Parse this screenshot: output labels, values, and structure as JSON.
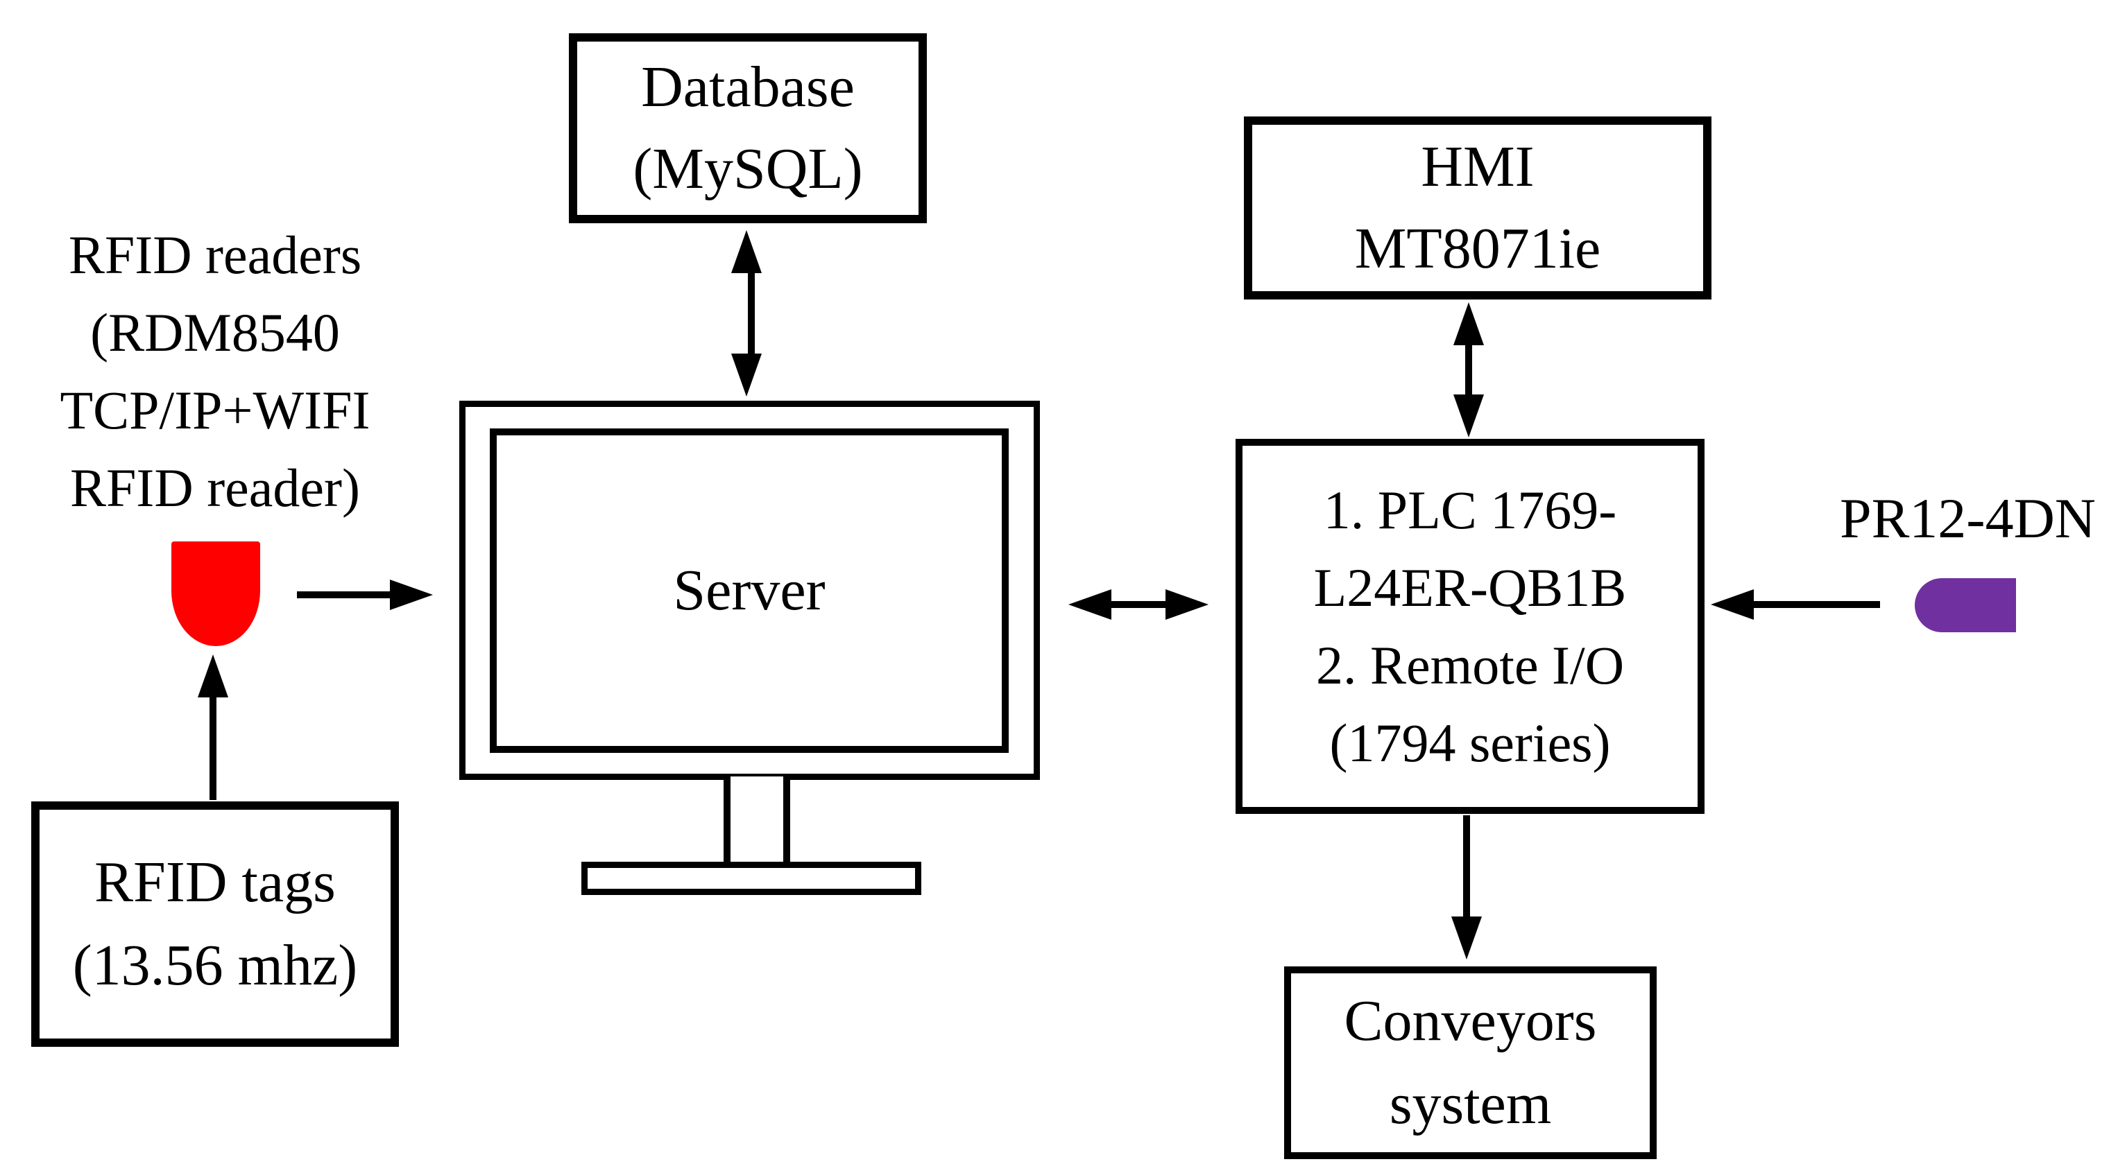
{
  "colors": {
    "background": "#FFFFFF",
    "line": "#000000",
    "rfid_reader_icon": "#FE0000",
    "proximity_sensor_icon": "#7030A0"
  },
  "nodes": {
    "database": {
      "lines": [
        "Database",
        "(MySQL)"
      ]
    },
    "hmi": {
      "lines": [
        "HMI",
        "MT8071ie"
      ]
    },
    "server": {
      "label": "Server"
    },
    "plc": {
      "lines": [
        "1. PLC 1769-",
        "L24ER-QB1B",
        "2. Remote I/O",
        "(1794 series)"
      ]
    },
    "rfid_tags": {
      "lines": [
        "RFID tags",
        "(13.56 mhz)"
      ]
    },
    "conveyors": {
      "lines": [
        "Conveyors",
        "system"
      ]
    }
  },
  "labels": {
    "rfid_readers": {
      "lines": [
        "RFID readers",
        "(RDM8540",
        "TCP/IP+WIFI",
        "RFID reader)"
      ]
    },
    "pr12": {
      "label": "PR12-4DN"
    }
  },
  "icons": [
    {
      "name": "rfid-reader-icon",
      "color": "#FE0000",
      "shape": "flat-top rounded-bottom capsule"
    },
    {
      "name": "proximity-sensor-icon",
      "color": "#7030A0",
      "shape": "rounded-left horizontal capsule"
    }
  ],
  "connections": [
    {
      "from": "database",
      "to": "server",
      "direction": "bidirectional",
      "orientation": "vertical"
    },
    {
      "from": "hmi",
      "to": "plc",
      "direction": "bidirectional",
      "orientation": "vertical"
    },
    {
      "from": "server",
      "to": "plc",
      "direction": "bidirectional",
      "orientation": "horizontal"
    },
    {
      "from": "rfid_reader_icon",
      "to": "server",
      "direction": "right",
      "orientation": "horizontal"
    },
    {
      "from": "proximity_sensor",
      "to": "plc",
      "direction": "left",
      "orientation": "horizontal"
    },
    {
      "from": "rfid_tags",
      "to": "rfid_reader_icon",
      "direction": "up",
      "orientation": "vertical"
    },
    {
      "from": "plc",
      "to": "conveyors",
      "direction": "down",
      "orientation": "vertical"
    }
  ]
}
